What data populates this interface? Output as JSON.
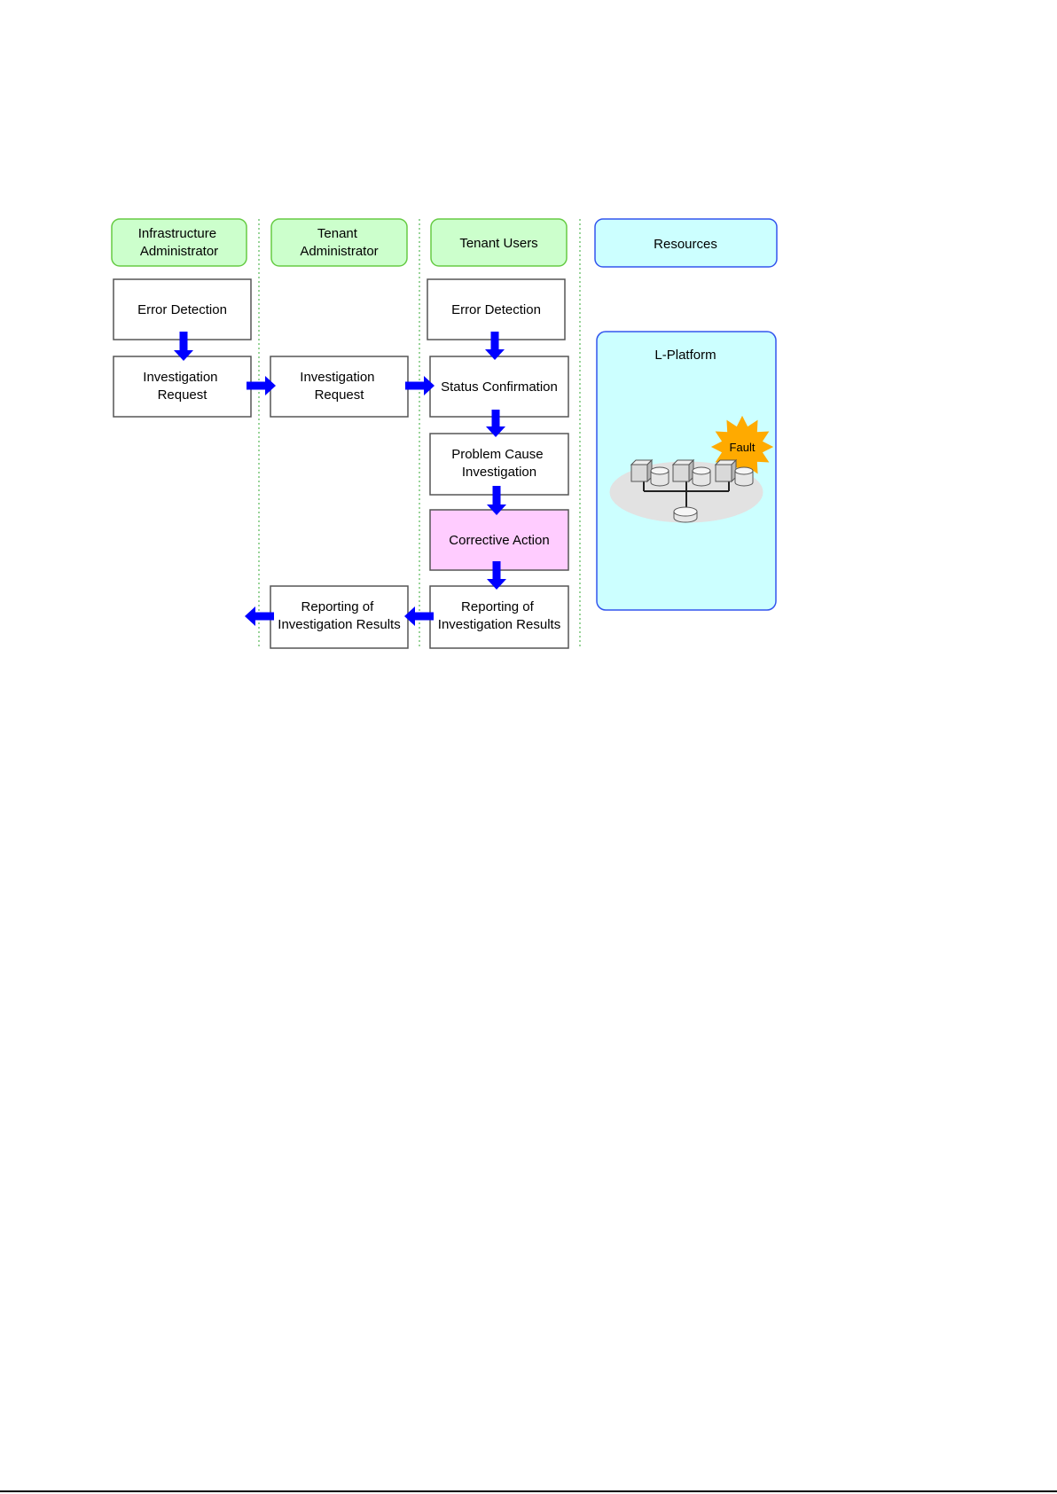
{
  "lanes": [
    {
      "label": [
        "Infrastructure",
        "Administrator"
      ]
    },
    {
      "label": [
        "Tenant",
        "Administrator"
      ]
    },
    {
      "label": [
        "Tenant Users"
      ]
    },
    {
      "label": [
        "Resources"
      ]
    }
  ],
  "infrastructure_admin": {
    "error_detection": [
      "Error Detection"
    ],
    "investigation_request": [
      "Investigation",
      "Request"
    ]
  },
  "tenant_admin": {
    "investigation_request": [
      "Investigation",
      "Request"
    ],
    "reporting": [
      "Reporting of",
      "Investigation Results"
    ]
  },
  "tenant_users": {
    "error_detection": [
      "Error Detection"
    ],
    "status_confirmation": [
      "Status Confirmation"
    ],
    "problem_cause_investigation": [
      "Problem Cause",
      "Investigation"
    ],
    "corrective_action": [
      "Corrective Action"
    ],
    "reporting": [
      "Reporting of",
      "Investigation Results"
    ]
  },
  "resources": {
    "platform": "L-Platform",
    "fault": "Fault"
  },
  "colors": {
    "lane_header_fill": "#ccffcc",
    "lane_header_border": "#66cc44",
    "resource_fill": "#ccffff",
    "resource_border": "#3355ee",
    "arrow": "#0000ff",
    "highlight_fill": "#ffccff",
    "fault_fill": "#ffaa00",
    "lane_divider": "#33aa33"
  }
}
